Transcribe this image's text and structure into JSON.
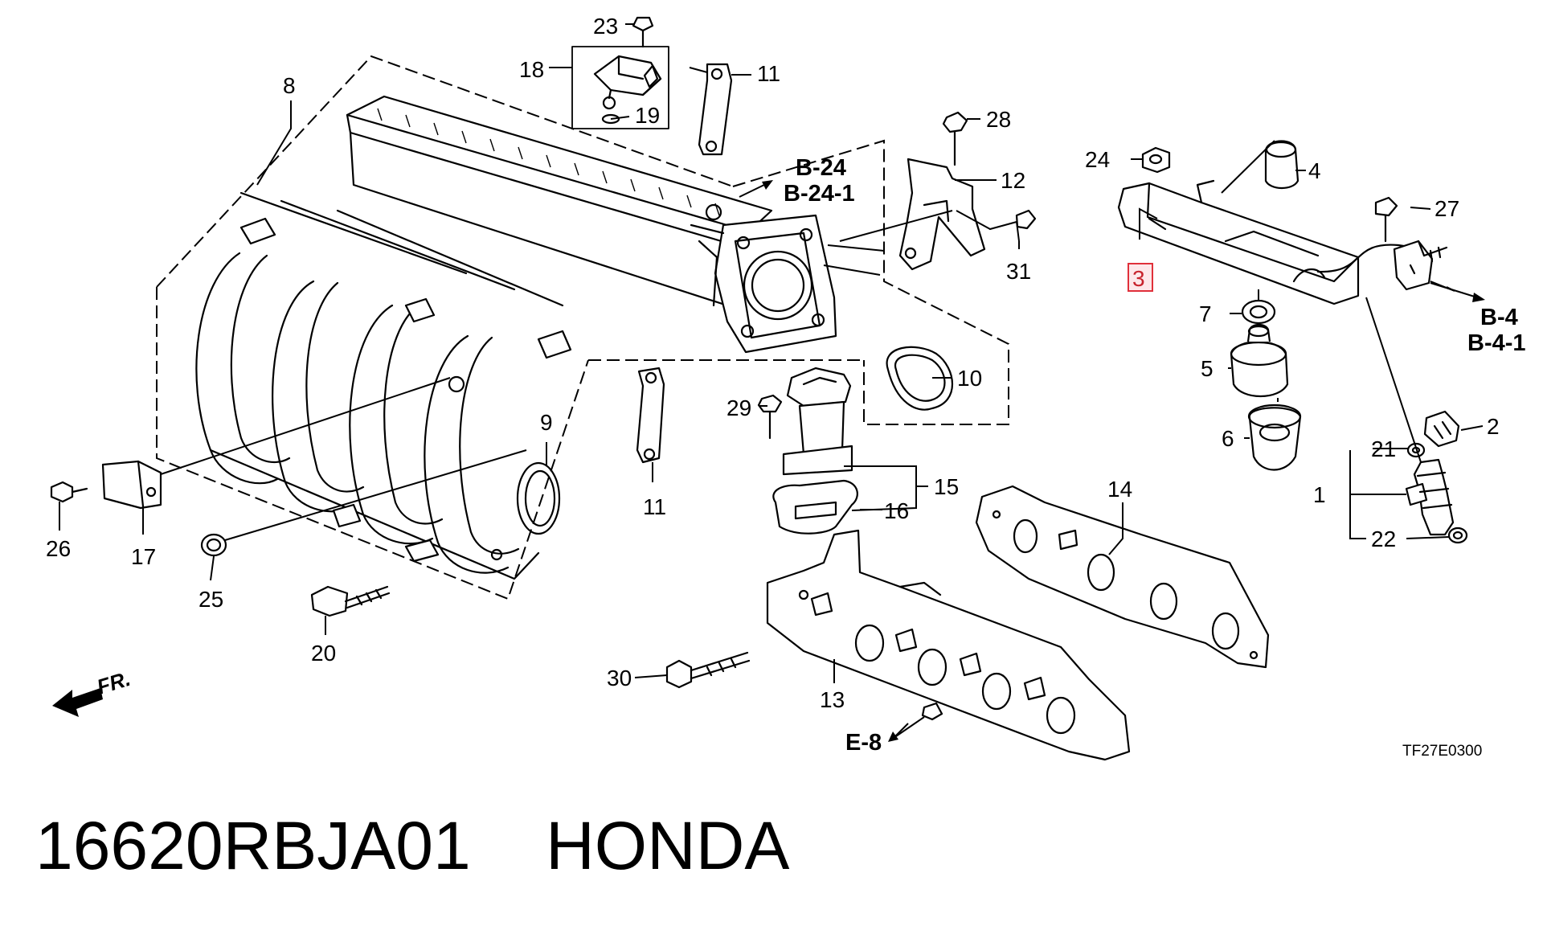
{
  "footer": {
    "part_number": "16620RBJA01",
    "brand": "HONDA"
  },
  "diagram_code": "TF27E0300",
  "direction_indicator": "FR.",
  "highlighted_callout": "3",
  "callouts": {
    "c1": "1",
    "c2": "2",
    "c3": "3",
    "c4": "4",
    "c5": "5",
    "c6": "6",
    "c7": "7",
    "c8": "8",
    "c9": "9",
    "c10": "10",
    "c11a": "11",
    "c11b": "11",
    "c12": "12",
    "c13": "13",
    "c14": "14",
    "c15": "15",
    "c16": "16",
    "c17": "17",
    "c18": "18",
    "c19": "19",
    "c20": "20",
    "c21": "21",
    "c22": "22",
    "c23": "23",
    "c24": "24",
    "c25": "25",
    "c26": "26",
    "c27": "27",
    "c28": "28",
    "c29": "29",
    "c30": "30",
    "c31": "31"
  },
  "section_refs": {
    "b24": "B-24",
    "b24_1": "B-24-1",
    "b4": "B-4",
    "b4_1": "B-4-1",
    "e8": "E-8"
  },
  "colors": {
    "highlight": "#e0303a",
    "highlight_fill": "#fde8ea",
    "line": "#000000",
    "background": "#ffffff"
  }
}
